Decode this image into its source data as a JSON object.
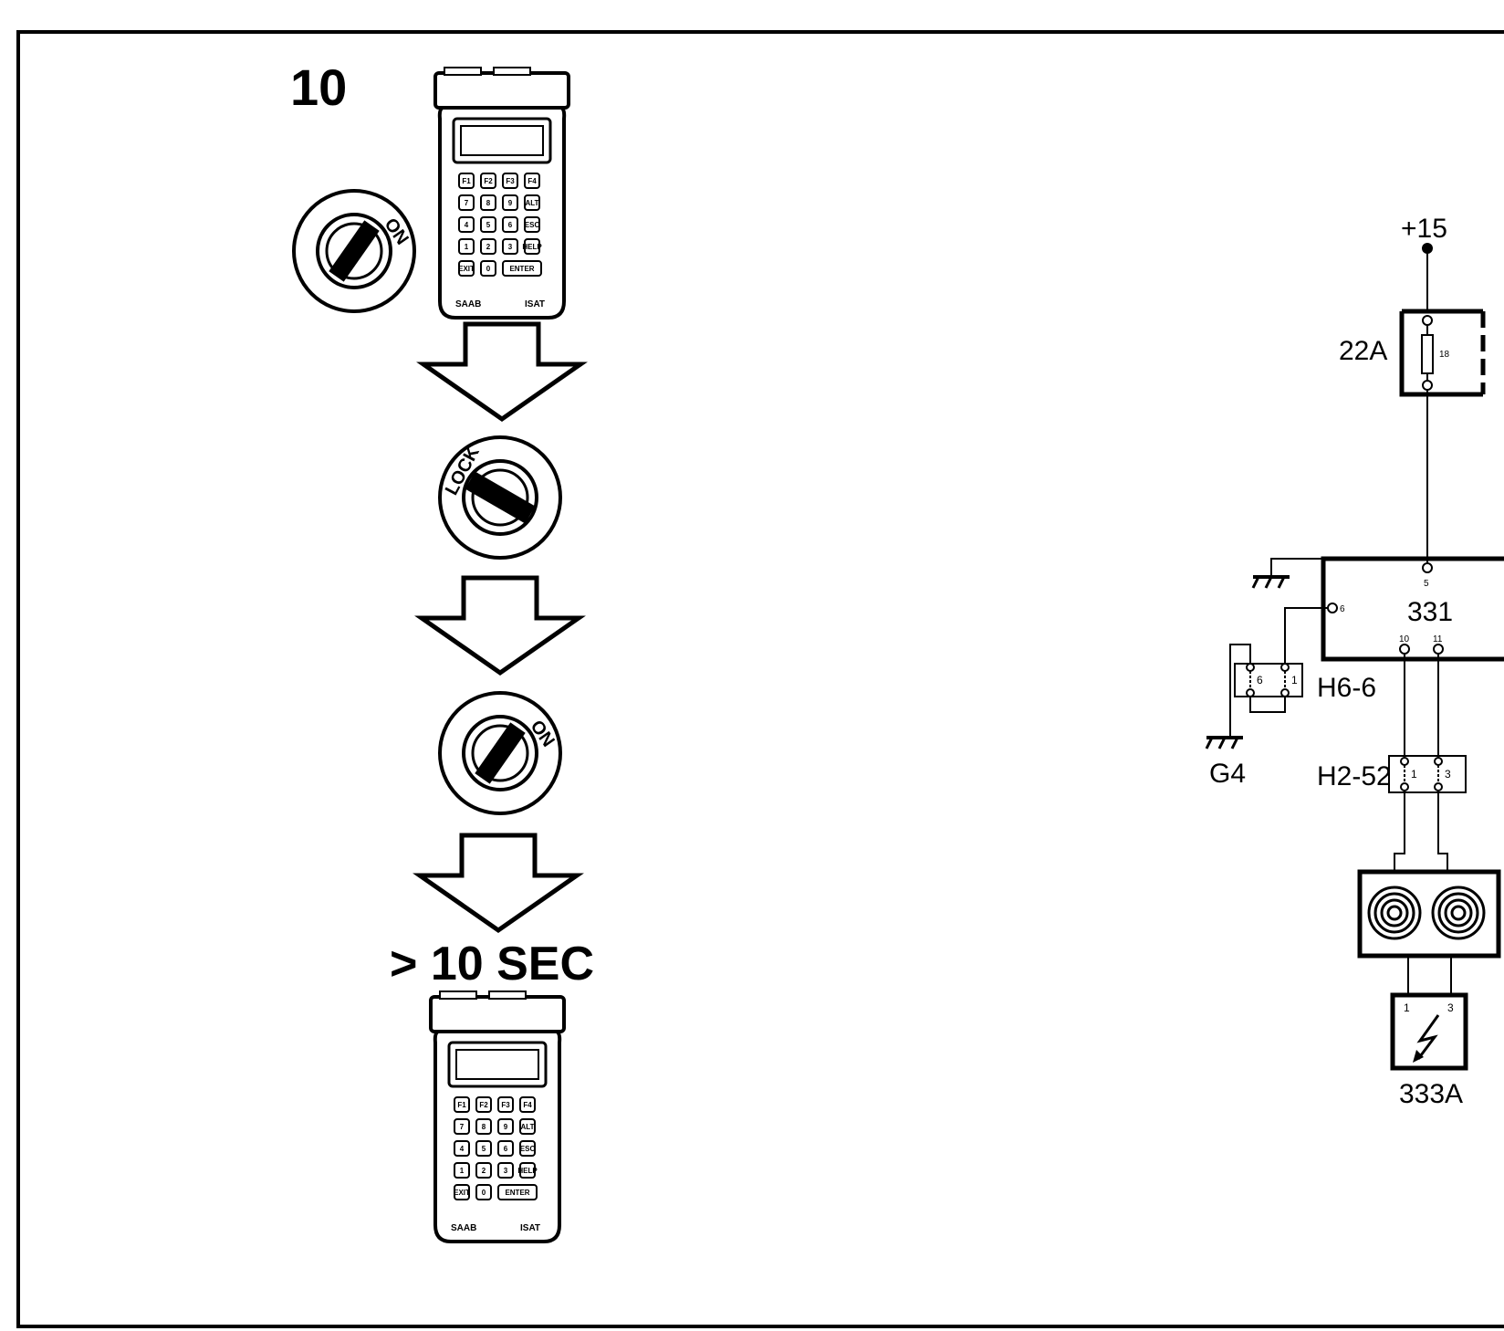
{
  "procedure": {
    "step_number": "10",
    "ignition_on_label": "ON",
    "ignition_lock_label": "LOCK",
    "wait_label": "> 10 SEC",
    "tester": {
      "brand": "SAAB",
      "model": "ISAT",
      "keys_row1": [
        "F1",
        "F2",
        "F3",
        "F4"
      ],
      "keys_row2": [
        "7",
        "8",
        "9",
        "ALT"
      ],
      "keys_row3": [
        "4",
        "5",
        "6",
        "ESC"
      ],
      "keys_row4": [
        "1",
        "2",
        "3",
        "HELP"
      ],
      "keys_row5": [
        "EXIT",
        "0",
        "ENTER"
      ]
    }
  },
  "wiring": {
    "supply": "+15",
    "fuse_box": "22A",
    "fuse_number": "18",
    "control_unit": "331",
    "cu_pin_supply": "5",
    "cu_pin_ground": "6",
    "cu_pin_out1": "10",
    "cu_pin_out2": "11",
    "connector_ground": "H6-6",
    "conn_ground_pin_a": "6",
    "conn_ground_pin_b": "1",
    "ground_point": "G4",
    "connector_line": "H2-52",
    "conn_line_pin_a": "1",
    "conn_line_pin_b": "3",
    "sensor": "333A",
    "sensor_pin_a": "1",
    "sensor_pin_b": "3"
  }
}
